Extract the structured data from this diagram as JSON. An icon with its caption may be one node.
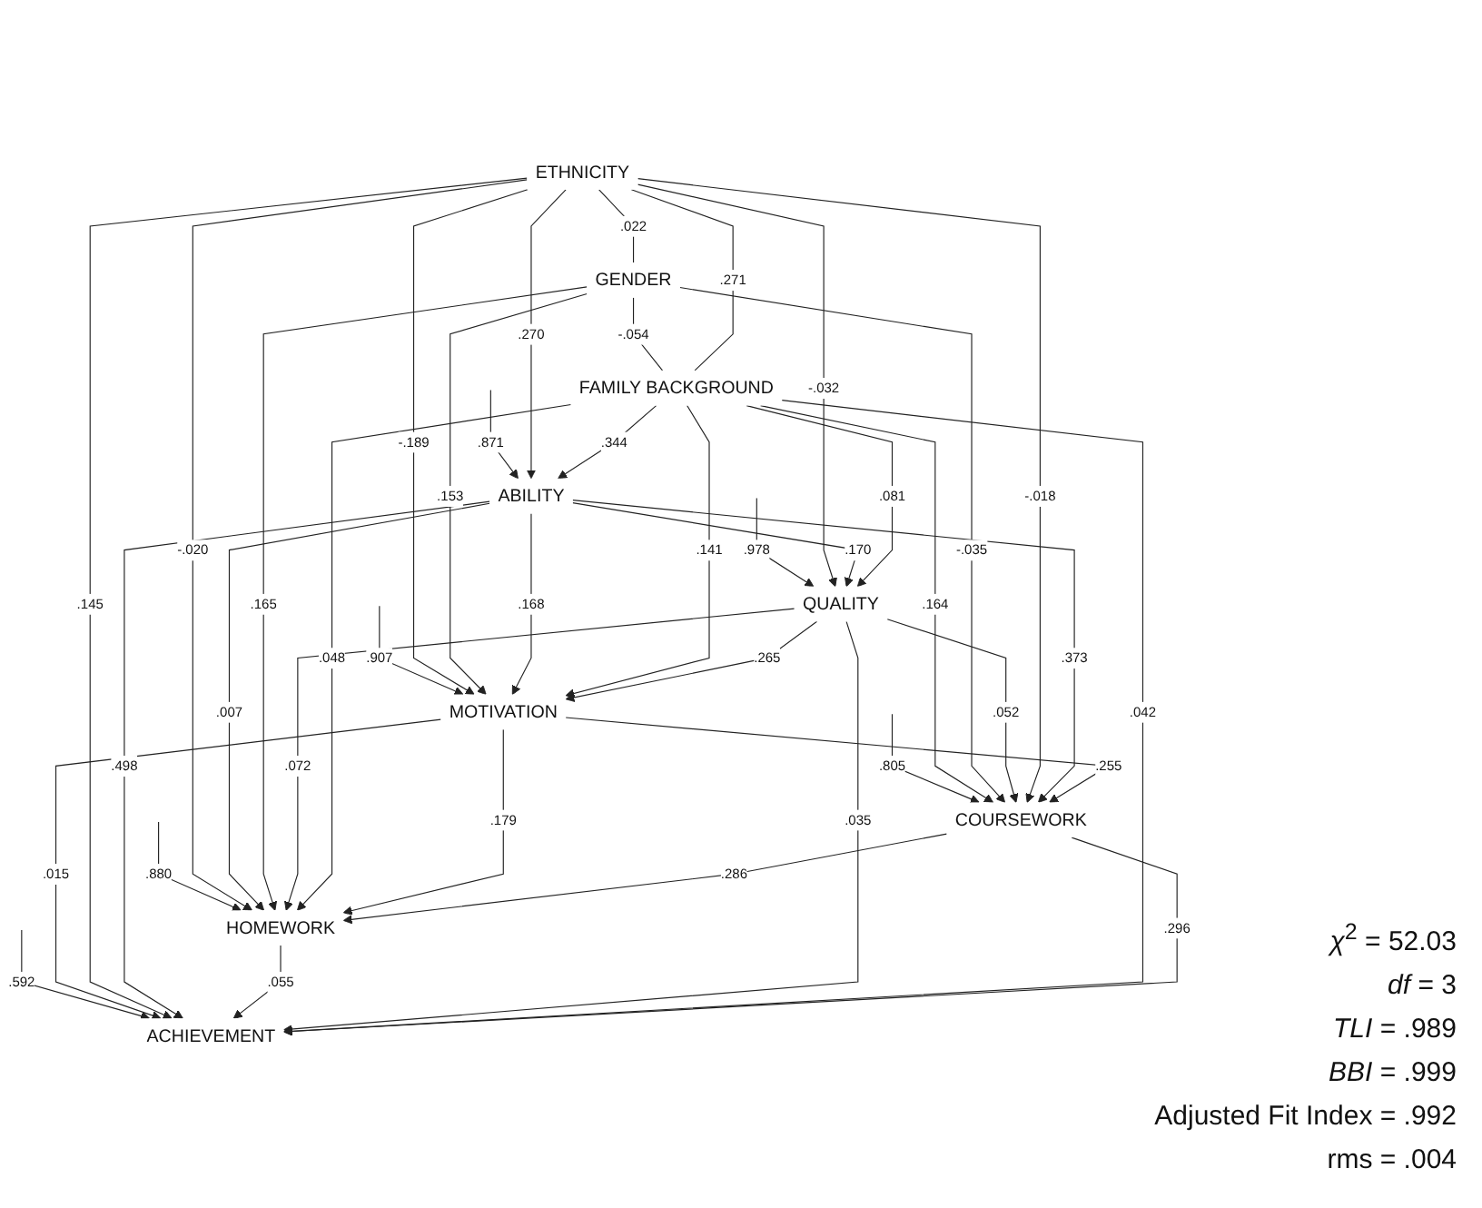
{
  "diagram": {
    "nodes": [
      {
        "text": [
          "MOTIVATION"
        ]
      },
      {
        "text": [
          "ETHNICITY"
        ]
      },
      {
        "text": [
          "ABILITY"
        ]
      },
      {
        "text": [
          "GENDER"
        ]
      },
      {
        "text": [
          "ACHIEVEMENT"
        ]
      },
      {
        "text": [
          "HOMEWORK"
        ]
      },
      {
        "text": [
          "QUALITY"
        ]
      },
      {
        "text": [
          "FAMILY BACKGROUND"
        ]
      },
      {
        "text": [
          "COURSEWORK"
        ]
      }
    ],
    "edges": [
      {
        "from": null,
        "to": 0,
        "arrow": "to",
        "label": ".907"
      },
      {
        "from": null,
        "to": 4,
        "arrow": "to",
        "label": ".592"
      },
      {
        "from": null,
        "to": 5,
        "arrow": "to",
        "label": ".880"
      },
      {
        "from": null,
        "to": 2,
        "arrow": "to",
        "label": ".871"
      },
      {
        "from": null,
        "to": 6,
        "arrow": "to",
        "label": ".978"
      },
      {
        "from": null,
        "to": 8,
        "arrow": "to",
        "label": ".805"
      },
      {
        "from": 1,
        "to": 3,
        "arrow": "none",
        "label": ".022"
      },
      {
        "from": 3,
        "to": 7,
        "arrow": "none",
        "label": "-.054"
      },
      {
        "from": 1,
        "to": 7,
        "arrow": "none",
        "label": ".271"
      },
      {
        "from": 1,
        "to": 0,
        "arrow": "to",
        "label": "-.189"
      },
      {
        "from": 3,
        "to": 0,
        "arrow": "to",
        "label": ".153"
      },
      {
        "from": 2,
        "to": 0,
        "arrow": "to",
        "label": ".168"
      },
      {
        "from": 7,
        "to": 0,
        "arrow": "to",
        "label": ".141"
      },
      {
        "from": 6,
        "to": 0,
        "arrow": "to",
        "label": ".265"
      },
      {
        "from": 1,
        "to": 2,
        "arrow": "to",
        "label": ".270"
      },
      {
        "from": 7,
        "to": 2,
        "arrow": "to",
        "label": ".344"
      },
      {
        "from": 1,
        "to": 6,
        "arrow": "to",
        "label": "-.032"
      },
      {
        "from": 2,
        "to": 6,
        "arrow": "to",
        "label": ".170"
      },
      {
        "from": 7,
        "to": 6,
        "arrow": "to",
        "label": ".081"
      },
      {
        "from": 1,
        "to": 5,
        "arrow": "to",
        "label": "-.020"
      },
      {
        "from": 2,
        "to": 5,
        "arrow": "to",
        "label": ".007"
      },
      {
        "from": 3,
        "to": 5,
        "arrow": "to",
        "label": ".165"
      },
      {
        "from": 6,
        "to": 5,
        "arrow": "to",
        "label": ".072"
      },
      {
        "from": 7,
        "to": 5,
        "arrow": "to",
        "label": ".048"
      },
      {
        "from": 0,
        "to": 5,
        "arrow": "to",
        "label": ".179"
      },
      {
        "from": 8,
        "to": 5,
        "arrow": "to",
        "label": ".286"
      },
      {
        "from": 0,
        "to": 4,
        "arrow": "to",
        "label": ".015"
      },
      {
        "from": 1,
        "to": 4,
        "arrow": "to",
        "label": ".145"
      },
      {
        "from": 2,
        "to": 4,
        "arrow": "to",
        "label": ".498"
      },
      {
        "from": 5,
        "to": 4,
        "arrow": "to",
        "label": ".055"
      },
      {
        "from": 6,
        "to": 4,
        "arrow": "to",
        "label": ".035"
      },
      {
        "from": 7,
        "to": 4,
        "arrow": "to",
        "label": ".042"
      },
      {
        "from": 8,
        "to": 4,
        "arrow": "to",
        "label": ".296"
      },
      {
        "from": 7,
        "to": 8,
        "arrow": "to",
        "label": ".164"
      },
      {
        "from": 3,
        "to": 8,
        "arrow": "to",
        "label": "-.035"
      },
      {
        "from": 6,
        "to": 8,
        "arrow": "to",
        "label": ".052"
      },
      {
        "from": 1,
        "to": 8,
        "arrow": "to",
        "label": "-.018"
      },
      {
        "from": 2,
        "to": 8,
        "arrow": "to",
        "label": ".373"
      },
      {
        "from": 0,
        "to": 8,
        "arrow": "to",
        "label": ".255"
      }
    ],
    "labels": [
      "*χ*$^{2}$ = 52.03",
      "*df* = 3",
      "*TLI* = .989",
      "*BBI* = .999",
      "Adjusted Fit Index = .992",
      "rms = .004"
    ]
  }
}
